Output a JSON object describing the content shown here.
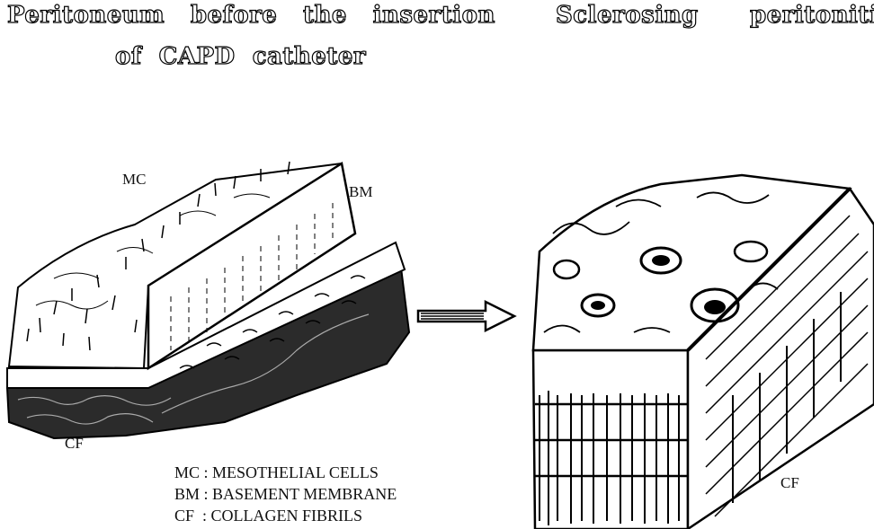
{
  "titles": {
    "left_line1": "Peritoneum   before   the   insertion",
    "left_line2": "of  CAPD  catheter",
    "right": "Sclerosing      peritonitis"
  },
  "labels": {
    "mc": "MC",
    "bm": "BM",
    "cf_left": "CF",
    "cf_right": "CF"
  },
  "legend": [
    {
      "abbr": "MC",
      "sep": " : ",
      "text": "MESOTHELIAL CELLS"
    },
    {
      "abbr": "BM",
      "sep": " : ",
      "text": "BASEMENT MEMBRANE"
    },
    {
      "abbr": "CF",
      "sep": "  : ",
      "text": "COLLAGEN FIBRILS"
    }
  ]
}
